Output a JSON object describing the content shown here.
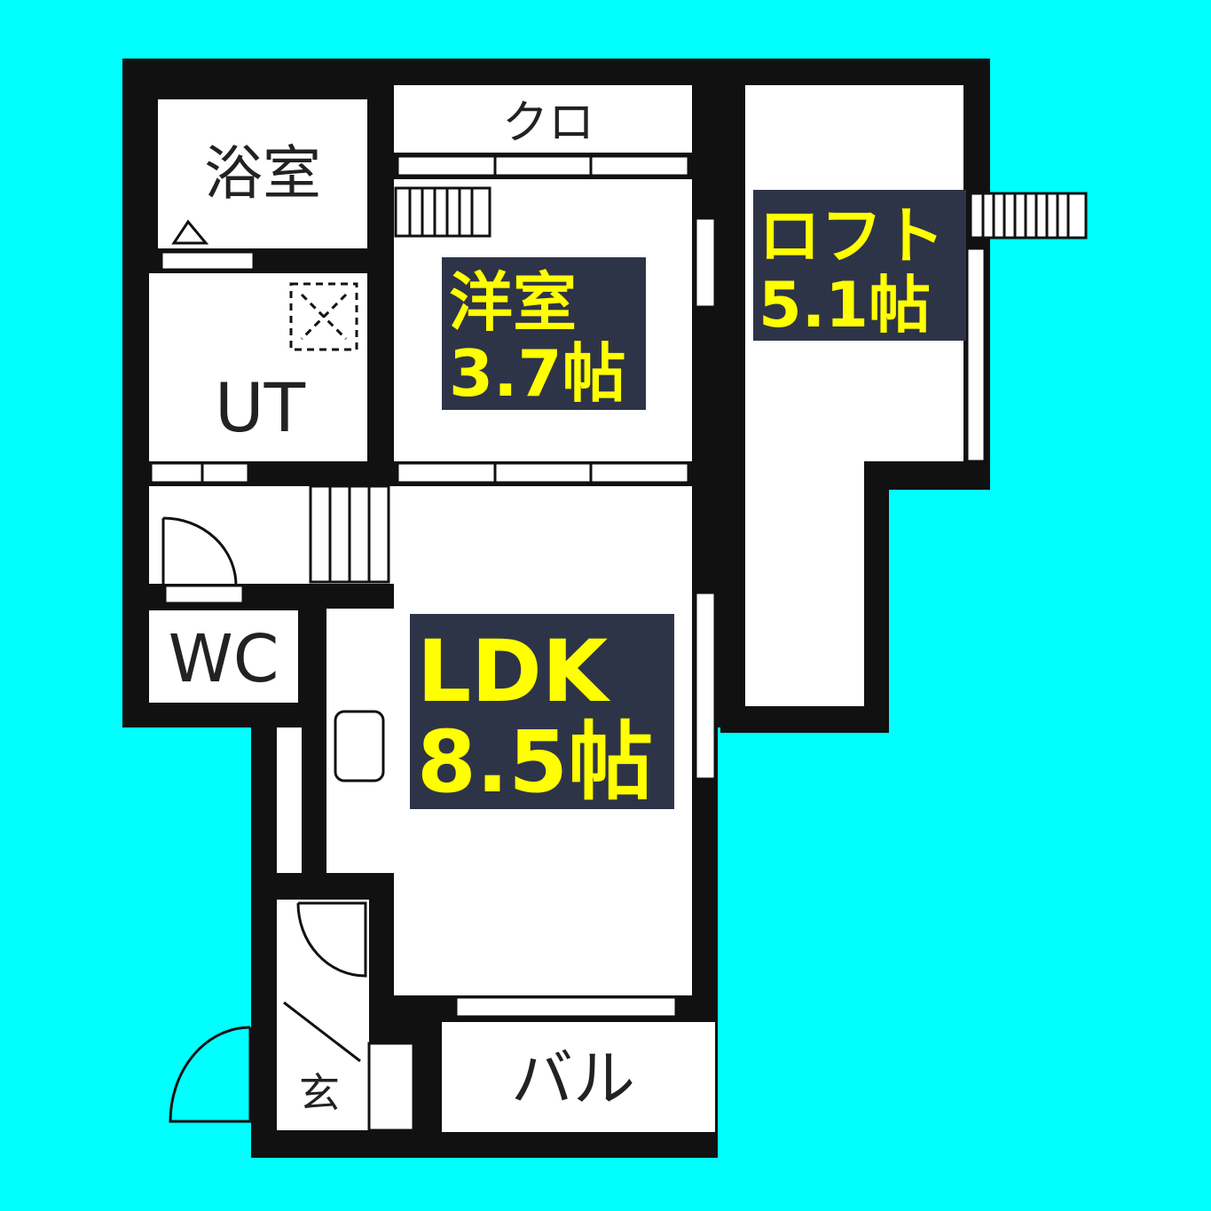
{
  "colors": {
    "background": "#00ffff",
    "wall": "#111111",
    "floor": "#ffffff",
    "tag_background": "#2e3447",
    "tag_text": "#ffff00",
    "label_text": "#222222"
  },
  "rooms": {
    "bath": {
      "label": "浴室"
    },
    "closet": {
      "label": "クロ"
    },
    "utility": {
      "label": "UT"
    },
    "toilet": {
      "label": "WC"
    },
    "entrance": {
      "label": "玄"
    },
    "balcony": {
      "label": "バル"
    }
  },
  "tags": {
    "western_room": {
      "name": "洋室",
      "size": "3.7帖"
    },
    "loft": {
      "name": "ロフト",
      "size": "5.1帖"
    },
    "ldk": {
      "name": "LDK",
      "size": "8.5帖"
    }
  }
}
